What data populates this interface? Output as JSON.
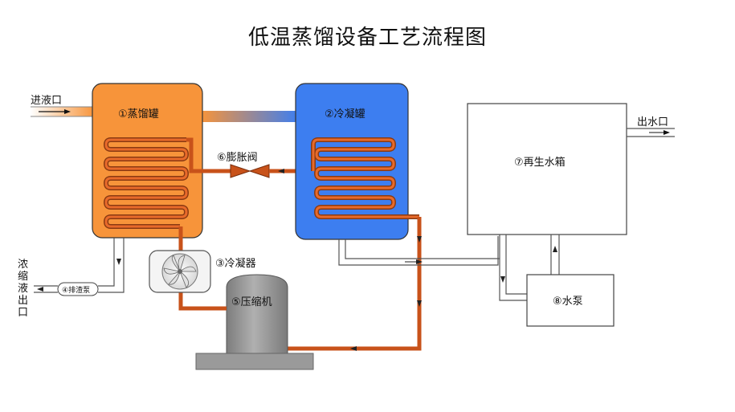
{
  "title": "低温蒸馏设备工艺流程图",
  "labels": {
    "inlet": "进液口",
    "evaporator": "①蒸馏罐",
    "condensing_tank": "②冷凝罐",
    "condenser": "③冷凝器",
    "slag_pump": "④排渣泵",
    "compressor": "⑤压缩机",
    "expansion_valve": "⑥膨胀阀",
    "water_tank": "⑦再生水箱",
    "water_pump": "⑧水泵",
    "outlet": "出水口",
    "concentrate_outlet": [
      "浓",
      "缩",
      "液",
      "出",
      "口"
    ]
  },
  "colors": {
    "evaporator": "#f7943a",
    "condensing_tank": "#3d7ef0",
    "refrigerant_pipe": "#c8521a",
    "compressor": "#9a9a9a",
    "pipe_outline": "#444444"
  }
}
